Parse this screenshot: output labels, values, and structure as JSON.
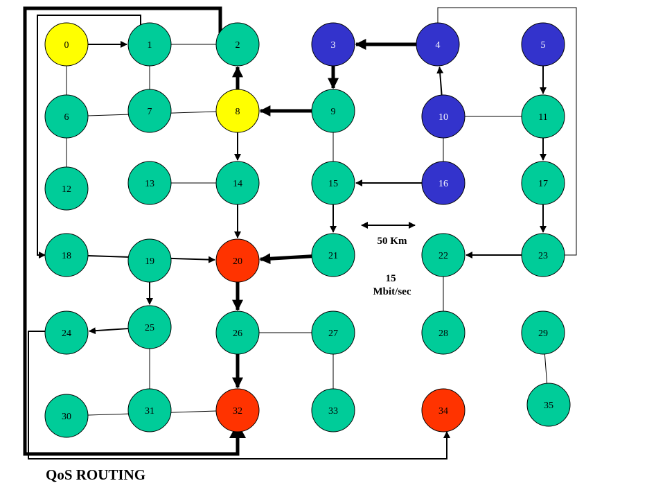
{
  "title": "QoS ROUTING",
  "distance_label": "50 Km",
  "bandwidth_label": "15\nMbit/sec",
  "colors": {
    "green": "#00CC99",
    "yellow": "#FFFF00",
    "blue": "#3333CC",
    "red": "#FF3300",
    "line": "#000000"
  },
  "nodes": [
    {
      "id": "0",
      "color": "yellow"
    },
    {
      "id": "1",
      "color": "green"
    },
    {
      "id": "2",
      "color": "green"
    },
    {
      "id": "3",
      "color": "blue"
    },
    {
      "id": "4",
      "color": "blue"
    },
    {
      "id": "5",
      "color": "blue"
    },
    {
      "id": "6",
      "color": "green"
    },
    {
      "id": "7",
      "color": "green"
    },
    {
      "id": "8",
      "color": "yellow"
    },
    {
      "id": "9",
      "color": "green"
    },
    {
      "id": "10",
      "color": "blue"
    },
    {
      "id": "11",
      "color": "green"
    },
    {
      "id": "12",
      "color": "green"
    },
    {
      "id": "13",
      "color": "green"
    },
    {
      "id": "14",
      "color": "green"
    },
    {
      "id": "15",
      "color": "green"
    },
    {
      "id": "16",
      "color": "blue"
    },
    {
      "id": "17",
      "color": "green"
    },
    {
      "id": "18",
      "color": "green"
    },
    {
      "id": "19",
      "color": "green"
    },
    {
      "id": "20",
      "color": "red"
    },
    {
      "id": "21",
      "color": "green"
    },
    {
      "id": "22",
      "color": "green"
    },
    {
      "id": "23",
      "color": "green"
    },
    {
      "id": "24",
      "color": "green"
    },
    {
      "id": "25",
      "color": "green"
    },
    {
      "id": "26",
      "color": "green"
    },
    {
      "id": "27",
      "color": "green"
    },
    {
      "id": "28",
      "color": "green"
    },
    {
      "id": "29",
      "color": "green"
    },
    {
      "id": "30",
      "color": "green"
    },
    {
      "id": "31",
      "color": "green"
    },
    {
      "id": "32",
      "color": "red"
    },
    {
      "id": "33",
      "color": "green"
    },
    {
      "id": "34",
      "color": "red"
    },
    {
      "id": "35",
      "color": "green"
    }
  ],
  "links": [
    {
      "from": "1",
      "to": "2"
    },
    {
      "from": "0",
      "to": "6"
    },
    {
      "from": "1",
      "to": "7"
    },
    {
      "from": "6",
      "to": "8"
    },
    {
      "from": "6",
      "to": "12"
    },
    {
      "from": "10",
      "to": "11"
    },
    {
      "from": "9",
      "to": "15"
    },
    {
      "from": "10",
      "to": "16"
    },
    {
      "from": "13",
      "to": "14"
    },
    {
      "from": "22",
      "to": "28"
    },
    {
      "from": "26",
      "to": "27"
    },
    {
      "from": "27",
      "to": "33"
    },
    {
      "from": "25",
      "to": "31"
    },
    {
      "from": "30",
      "to": "32"
    },
    {
      "from": "29",
      "to": "35"
    }
  ],
  "flows": [
    {
      "from": "0",
      "to": "1",
      "weight": "normal"
    },
    {
      "from": "4",
      "to": "3",
      "weight": "heavy"
    },
    {
      "from": "3",
      "to": "9",
      "weight": "heavy"
    },
    {
      "from": "9",
      "to": "8",
      "weight": "heavy"
    },
    {
      "from": "8",
      "to": "2",
      "weight": "heavy"
    },
    {
      "from": "8",
      "to": "14",
      "weight": "normal"
    },
    {
      "from": "14",
      "to": "20",
      "weight": "normal"
    },
    {
      "from": "10",
      "to": "4",
      "weight": "normal"
    },
    {
      "from": "5",
      "to": "11",
      "weight": "normal"
    },
    {
      "from": "11",
      "to": "17",
      "weight": "normal"
    },
    {
      "from": "17",
      "to": "23",
      "weight": "normal"
    },
    {
      "from": "16",
      "to": "15",
      "weight": "normal"
    },
    {
      "from": "15",
      "to": "21",
      "weight": "normal"
    },
    {
      "from": "21",
      "to": "20",
      "weight": "heavy"
    },
    {
      "from": "23",
      "to": "22",
      "weight": "normal"
    },
    {
      "from": "18",
      "to": "20",
      "weight": "normal"
    },
    {
      "from": "19",
      "to": "25",
      "weight": "normal"
    },
    {
      "from": "25",
      "to": "24",
      "weight": "normal"
    },
    {
      "from": "20",
      "to": "26",
      "weight": "heavy"
    },
    {
      "from": "26",
      "to": "32",
      "weight": "heavy"
    }
  ]
}
